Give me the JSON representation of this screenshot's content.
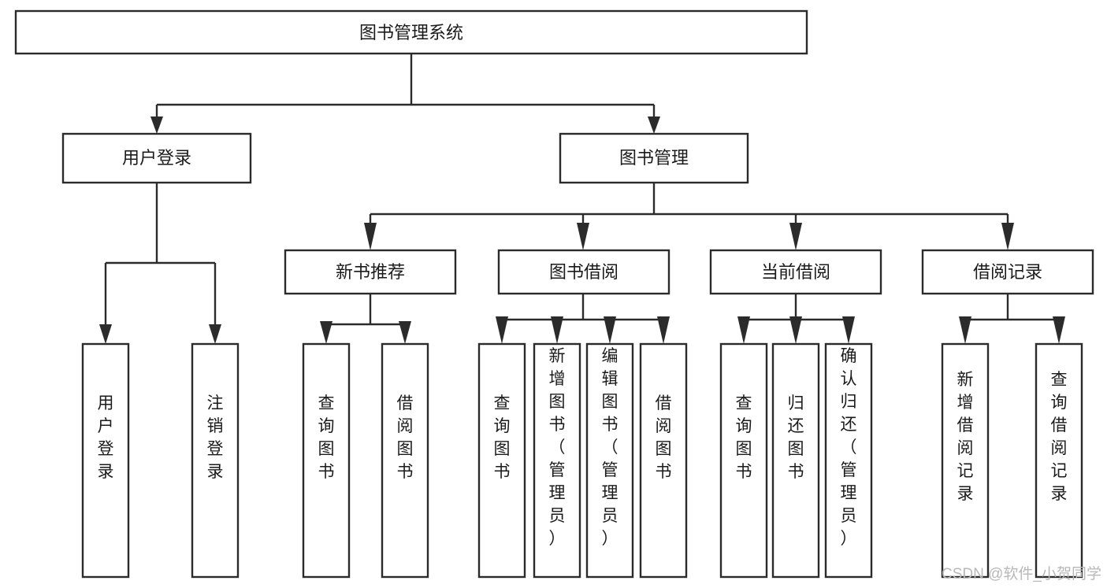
{
  "diagram": {
    "title": "图书管理系统",
    "type": "tree-hierarchy-chart",
    "root": {
      "id": "root",
      "label": "图书管理系统",
      "orientation": "horizontal"
    },
    "level1": [
      {
        "id": "user-login",
        "label": "用户登录",
        "orientation": "horizontal"
      },
      {
        "id": "book-management",
        "label": "图书管理",
        "orientation": "horizontal"
      }
    ],
    "level2": [
      {
        "id": "new-book-recommend",
        "label": "新书推荐",
        "orientation": "horizontal"
      },
      {
        "id": "book-borrow",
        "label": "图书借阅",
        "orientation": "horizontal"
      },
      {
        "id": "current-borrow",
        "label": "当前借阅",
        "orientation": "horizontal"
      },
      {
        "id": "borrow-record",
        "label": "借阅记录",
        "orientation": "horizontal"
      }
    ],
    "leaves": {
      "user-login": [
        {
          "id": "leaf-user-login",
          "label": "用户登录",
          "orientation": "vertical"
        },
        {
          "id": "leaf-logout",
          "label": "注销登录",
          "orientation": "vertical"
        }
      ],
      "new-book-recommend": [
        {
          "id": "leaf-query-book-1",
          "label": "查询图书",
          "orientation": "vertical"
        },
        {
          "id": "leaf-borrow-book-1",
          "label": "借阅图书",
          "orientation": "vertical"
        }
      ],
      "book-borrow": [
        {
          "id": "leaf-query-book-2",
          "label": "查询图书",
          "orientation": "vertical"
        },
        {
          "id": "leaf-add-book",
          "label": "新增图书（管理员）",
          "orientation": "vertical"
        },
        {
          "id": "leaf-edit-book",
          "label": "编辑图书（管理员）",
          "orientation": "vertical"
        },
        {
          "id": "leaf-borrow-book-2",
          "label": "借阅图书",
          "orientation": "vertical"
        }
      ],
      "current-borrow": [
        {
          "id": "leaf-query-book-3",
          "label": "查询图书",
          "orientation": "vertical"
        },
        {
          "id": "leaf-return-book",
          "label": "归还图书",
          "orientation": "vertical"
        },
        {
          "id": "leaf-confirm-return",
          "label": "确认归还（管理员）",
          "orientation": "vertical"
        }
      ],
      "borrow-record": [
        {
          "id": "leaf-add-record",
          "label": "新增借阅记录",
          "orientation": "vertical"
        },
        {
          "id": "leaf-query-record",
          "label": "查询借阅记录",
          "orientation": "vertical"
        }
      ]
    }
  },
  "watermark": {
    "text": "CSDN @软件_小贺同学"
  },
  "colors": {
    "stroke": "#2b2b2b",
    "fill": "#ffffff",
    "text": "#1a1a1a",
    "watermark": "#b8b8b8"
  }
}
